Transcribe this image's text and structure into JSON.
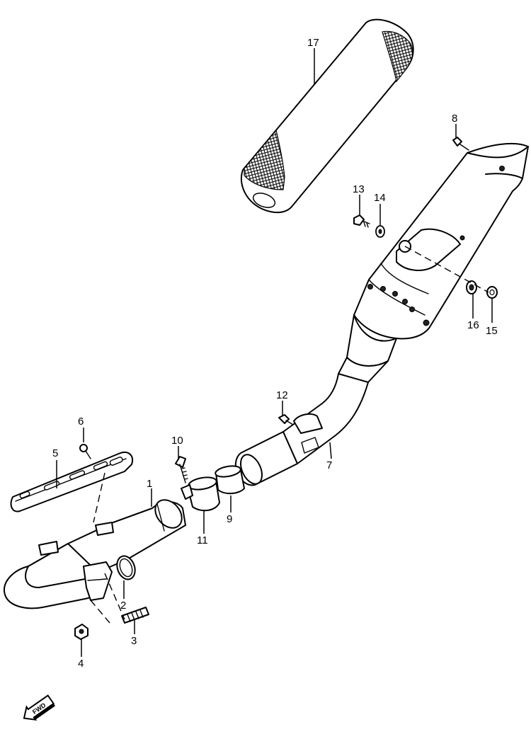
{
  "callouts": [
    {
      "id": "1",
      "label": "1"
    },
    {
      "id": "2",
      "label": "2"
    },
    {
      "id": "3",
      "label": "3"
    },
    {
      "id": "4",
      "label": "4"
    },
    {
      "id": "5",
      "label": "5"
    },
    {
      "id": "6",
      "label": "6"
    },
    {
      "id": "7",
      "label": "7"
    },
    {
      "id": "8",
      "label": "8"
    },
    {
      "id": "9",
      "label": "9"
    },
    {
      "id": "10",
      "label": "10"
    },
    {
      "id": "11",
      "label": "11"
    },
    {
      "id": "12",
      "label": "12"
    },
    {
      "id": "13",
      "label": "13"
    },
    {
      "id": "14",
      "label": "14"
    },
    {
      "id": "15",
      "label": "15"
    },
    {
      "id": "16",
      "label": "16"
    },
    {
      "id": "17",
      "label": "17"
    }
  ],
  "fwd_marker": {
    "text": "FWD",
    "icon": "forward-arrow-icon"
  }
}
